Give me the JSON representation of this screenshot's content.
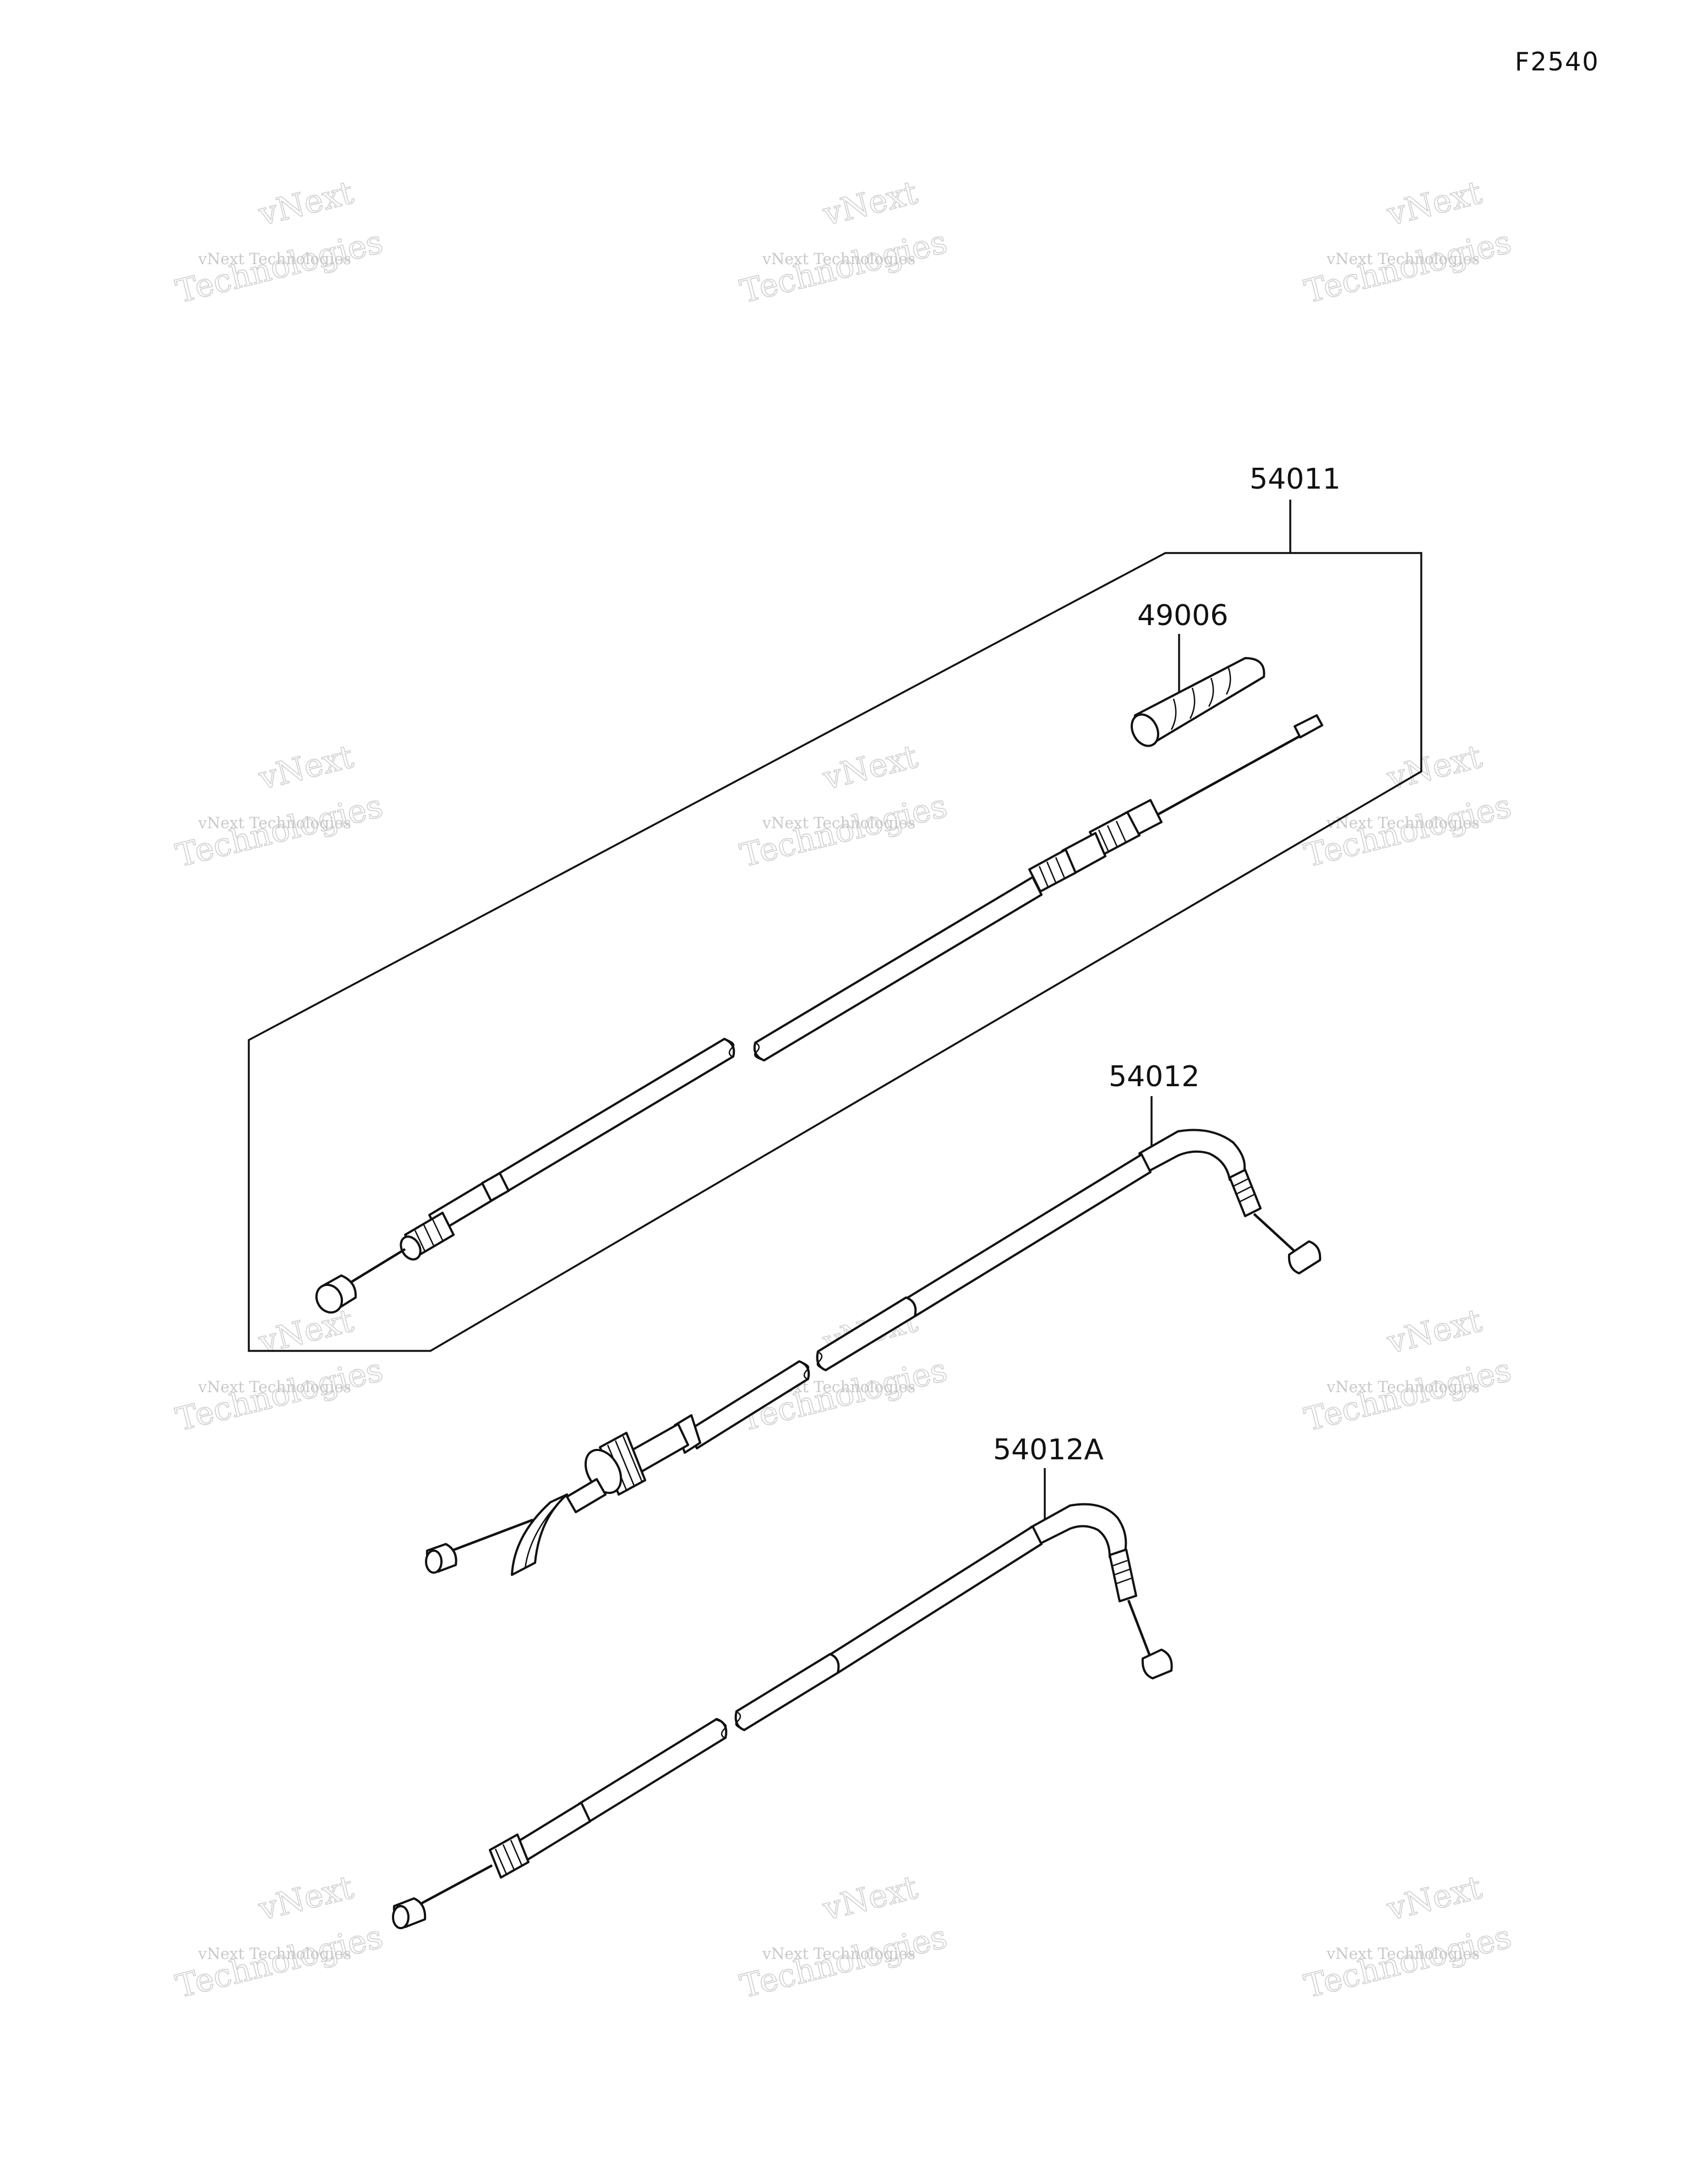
{
  "diagram_code": "F2540",
  "watermark": {
    "line1": "vNext Technologies",
    "line2": "Technologies",
    "line3": "vNext"
  },
  "parts": [
    {
      "id": "54011"
    },
    {
      "id": "49006"
    },
    {
      "id": "54012"
    },
    {
      "id": "54012A"
    }
  ]
}
